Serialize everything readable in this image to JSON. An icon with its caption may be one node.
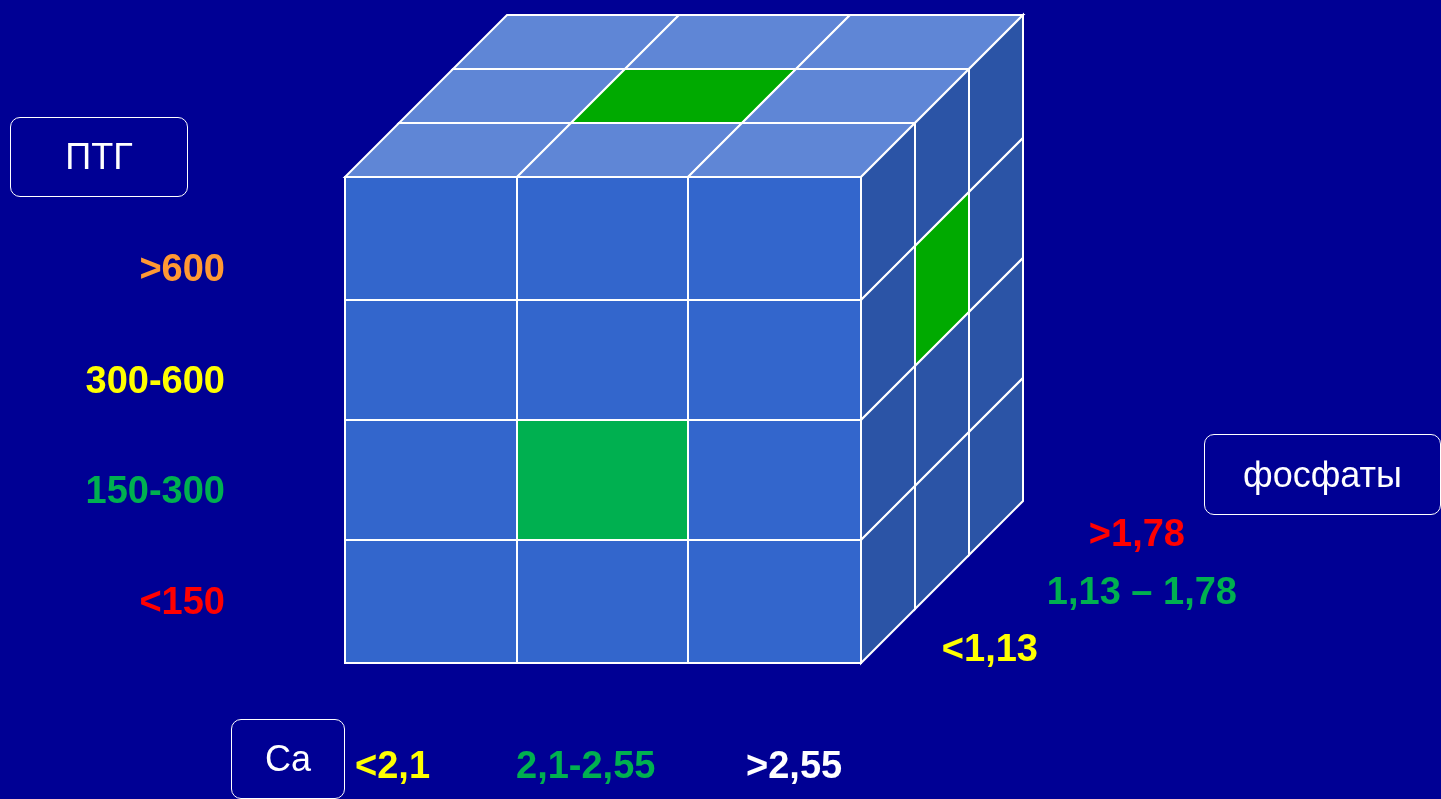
{
  "diagram": {
    "nodes": [
      {
        "text": [
          "ПТГ"
        ]
      },
      {
        "text": [
          "фосфаты"
        ]
      },
      {
        "text": [
          "Ca"
        ]
      }
    ],
    "edges": [],
    "labels": [
      ">600",
      "300-600",
      "150-300",
      "<150",
      ">1,78",
      "1,13 – 1,78",
      "<1,13",
      "<2,1",
      "2,1-2,55",
      ">2,55"
    ]
  }
}
